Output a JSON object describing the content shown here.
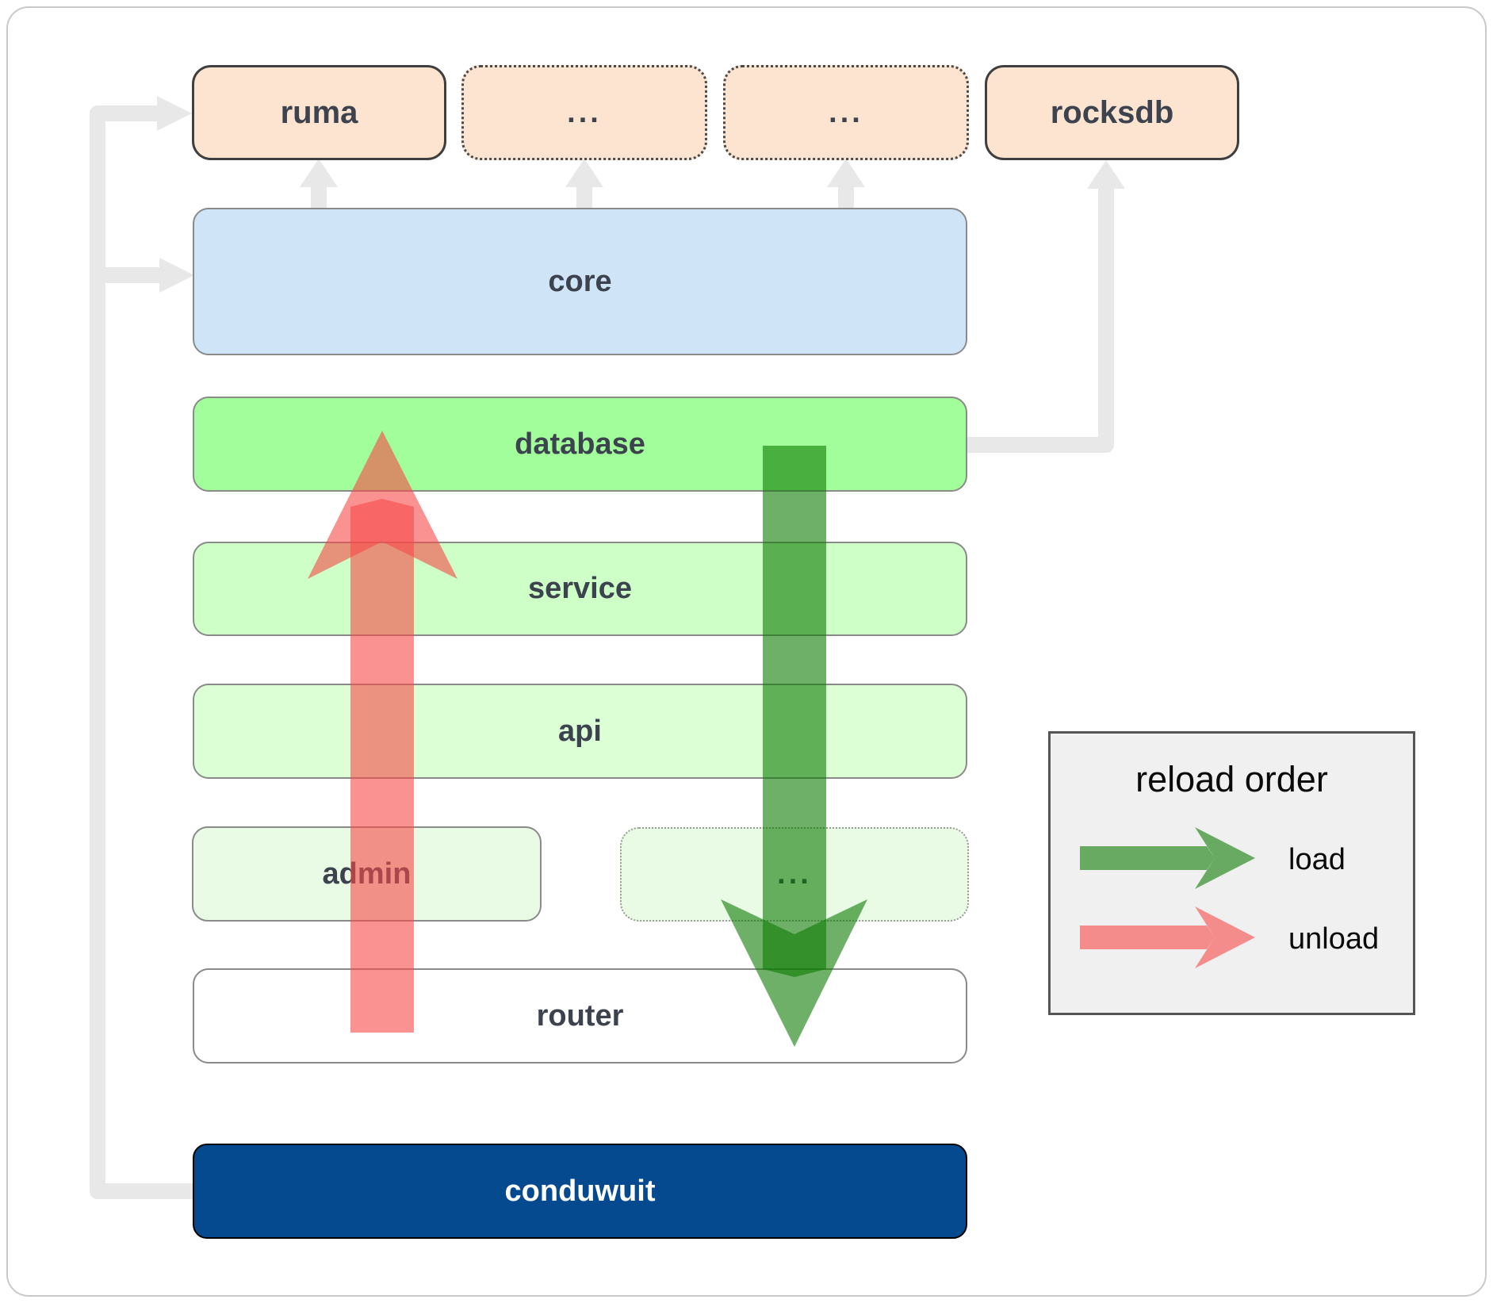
{
  "boxes": {
    "ruma": "ruma",
    "crates_ellipsis_1": "...",
    "crates_ellipsis_2": "...",
    "rocksdb": "rocksdb",
    "core": "core",
    "database": "database",
    "service": "service",
    "api": "api",
    "admin": "admin",
    "admin_ellipsis": "...",
    "router": "router",
    "conduwuit": "conduwuit"
  },
  "legend": {
    "title": "reload order",
    "load_label": "load",
    "unload_label": "unload"
  },
  "colors": {
    "crate_peach": "#fce4d0",
    "core_blue": "#d0e4f8",
    "database_green": "#a2fe9b",
    "service_green": "#cdffc6",
    "api_green": "#ddffd6",
    "admin_green": "#e9fbe4",
    "router_white": "#ffffff",
    "conduwuit_blue": "#05498f",
    "load_arrow_green": "rgba(13,124,4,0.6)",
    "unload_arrow_red": "rgba(247,73,72,0.6)",
    "connector_gray": "#e8e8e8",
    "legend_background": "#f0f0f0"
  }
}
